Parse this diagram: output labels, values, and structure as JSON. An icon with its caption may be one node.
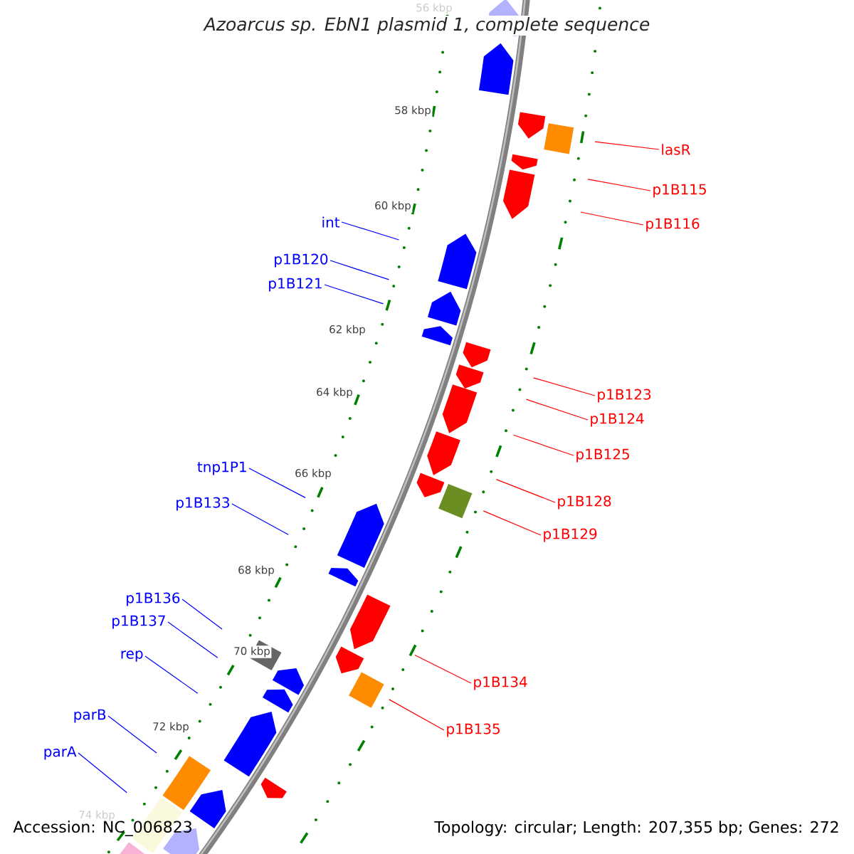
{
  "diagram": {
    "title": "Azoarcus sp. EbN1 plasmid 1, complete sequence",
    "nodes": [
      {
        "text": [
          "lasR"
        ]
      },
      {
        "text": [
          "p1B115"
        ]
      },
      {
        "text": [
          "int"
        ]
      },
      {
        "text": [
          "p1B116"
        ]
      },
      {
        "text": [
          "p1B120"
        ]
      },
      {
        "text": [
          "p1B121"
        ]
      },
      {
        "text": [
          "p1B123"
        ]
      },
      {
        "text": [
          "p1B124"
        ]
      },
      {
        "text": [
          "p1B125"
        ]
      },
      {
        "text": [
          "tnp1P1"
        ]
      },
      {
        "text": [
          "p1B128"
        ]
      },
      {
        "text": [
          "p1B133"
        ]
      },
      {
        "text": [
          "p1B129"
        ]
      },
      {
        "text": [
          "p1B136"
        ]
      },
      {
        "text": [
          "p1B137"
        ]
      },
      {
        "text": [
          "rep"
        ]
      },
      {
        "text": [
          "p1B134"
        ]
      },
      {
        "text": [
          "parB"
        ]
      },
      {
        "text": [
          "p1B135"
        ]
      },
      {
        "text": [
          "parA"
        ]
      }
    ],
    "edges": [
      {
        "from": 0,
        "to": null,
        "arrow": "none",
        "color": "#ff0000"
      },
      {
        "from": 1,
        "to": null,
        "arrow": "none",
        "color": "#ff0000"
      },
      {
        "from": 2,
        "to": null,
        "arrow": "none",
        "color": "#0000ff"
      },
      {
        "from": 3,
        "to": null,
        "arrow": "none",
        "color": "#ff0000"
      },
      {
        "from": 4,
        "to": null,
        "arrow": "none",
        "color": "#0000ff"
      },
      {
        "from": 5,
        "to": null,
        "arrow": "none",
        "color": "#0000ff"
      },
      {
        "from": 6,
        "to": null,
        "arrow": "none",
        "color": "#ff0000"
      },
      {
        "from": 7,
        "to": null,
        "arrow": "none",
        "color": "#ff0000"
      },
      {
        "from": 8,
        "to": null,
        "arrow": "none",
        "color": "#ff0000"
      },
      {
        "from": 9,
        "to": null,
        "arrow": "none",
        "color": "#0000ff"
      },
      {
        "from": 10,
        "to": null,
        "arrow": "none",
        "color": "#ff0000"
      },
      {
        "from": 11,
        "to": null,
        "arrow": "none",
        "color": "#0000ff"
      },
      {
        "from": 12,
        "to": null,
        "arrow": "none",
        "color": "#ff0000"
      },
      {
        "from": 13,
        "to": null,
        "arrow": "none",
        "color": "#0000ff"
      },
      {
        "from": 14,
        "to": null,
        "arrow": "none",
        "color": "#0000ff"
      },
      {
        "from": 15,
        "to": null,
        "arrow": "none",
        "color": "#0000ff"
      },
      {
        "from": 16,
        "to": null,
        "arrow": "none",
        "color": "#ff0000"
      },
      {
        "from": 17,
        "to": null,
        "arrow": "none",
        "color": "#0000ff"
      },
      {
        "from": 18,
        "to": null,
        "arrow": "none",
        "color": "#ff0000"
      },
      {
        "from": 19,
        "to": null,
        "arrow": "none",
        "color": "#0000ff"
      }
    ],
    "labels": [
      "56 kbp",
      "58 kbp",
      "60 kbp",
      "62 kbp",
      "64 kbp",
      "66 kbp",
      "68 kbp",
      "70 kbp",
      "72 kbp",
      "74 kbp",
      "Accession: NC_006823",
      "Topology: circular; Length: 207,355 bp; Genes: 272"
    ]
  }
}
